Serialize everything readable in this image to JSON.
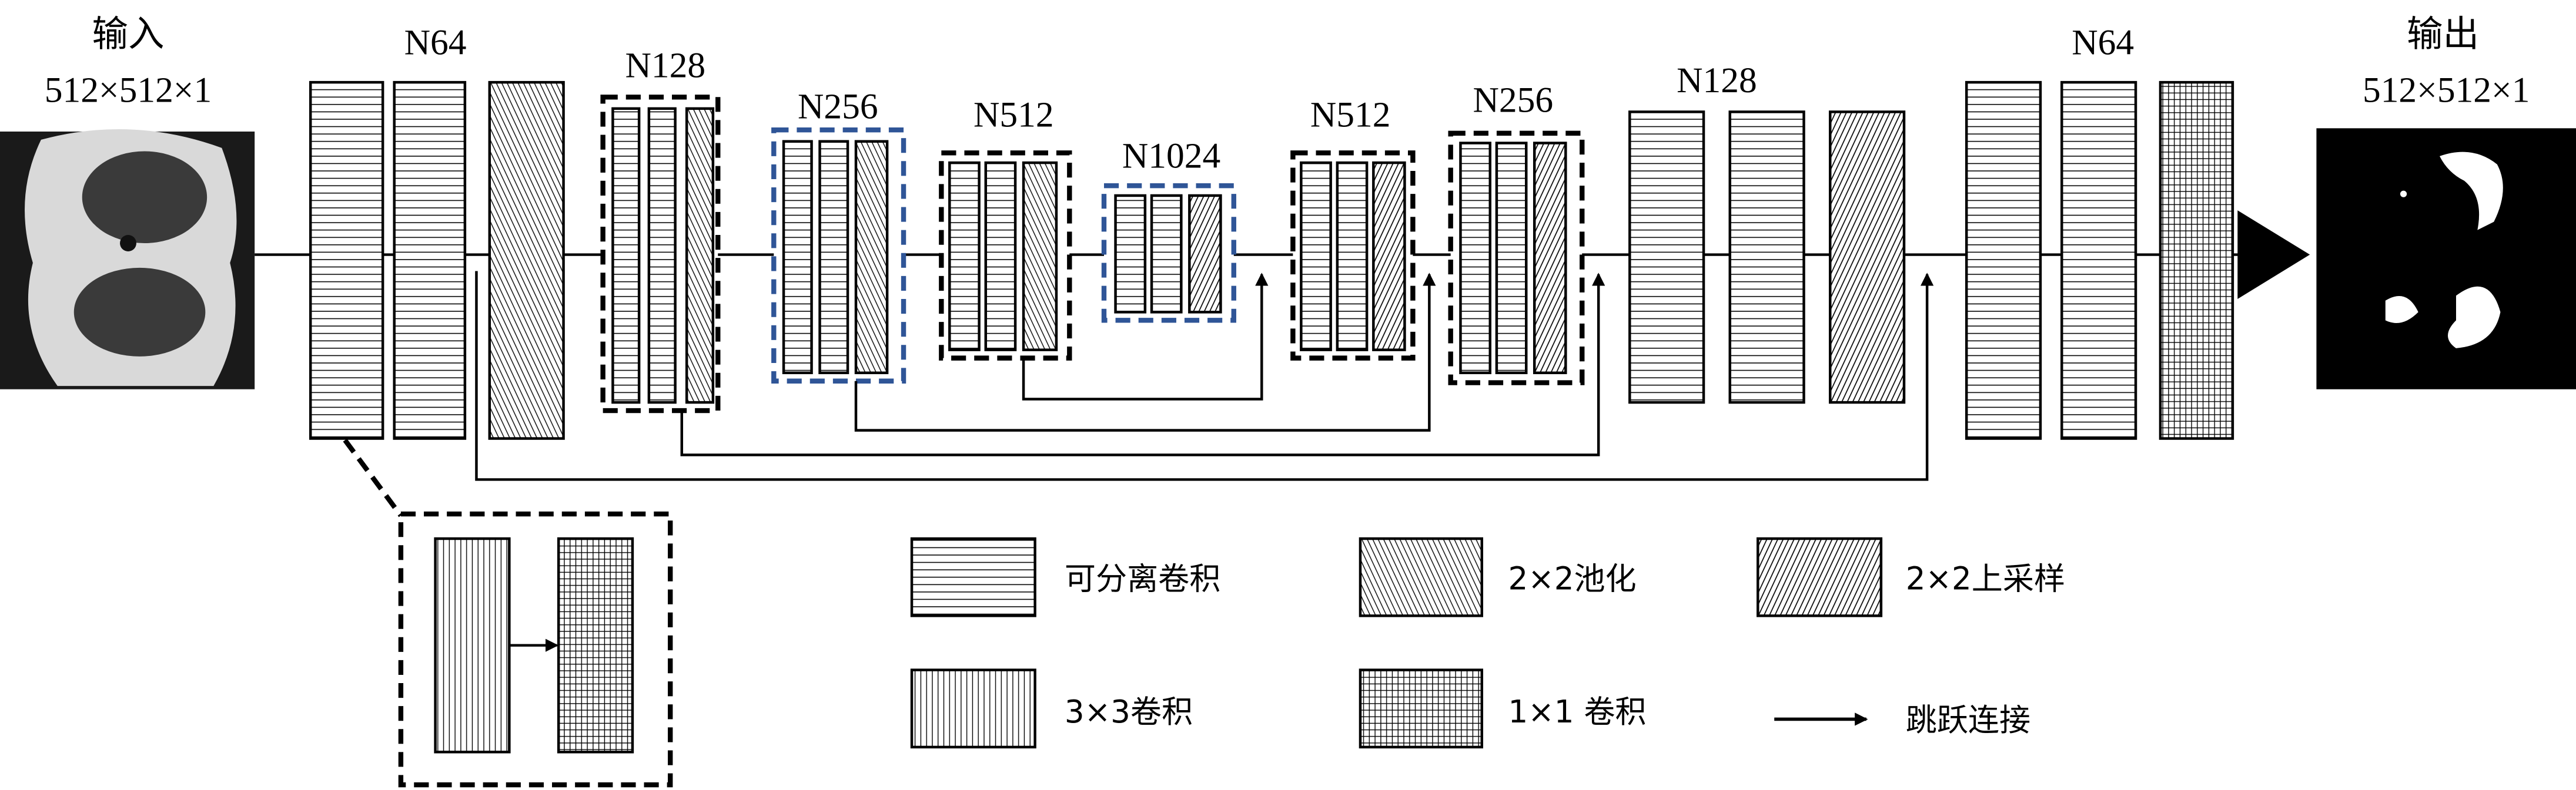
{
  "input": {
    "title": "输入",
    "size": "512×512×1"
  },
  "output": {
    "title": "输出",
    "size": "512×512×1"
  },
  "stages": {
    "enc_n64": "N64",
    "enc_n128": "N128",
    "enc_n256": "N256",
    "enc_n512": "N512",
    "bottleneck": "N1024",
    "dec_n512": "N512",
    "dec_n256": "N256",
    "dec_n128": "N128",
    "dec_n64": "N64"
  },
  "legend": {
    "separable_conv": "可分离卷积",
    "pool": "2×2池化",
    "upsample": "2×2上采样",
    "conv3x3": "3×3卷积",
    "conv1x1": "1×1 卷积",
    "skip": "跳跃连接"
  },
  "colors": {
    "blue_dash": "#2f5597",
    "line": "#000000"
  }
}
